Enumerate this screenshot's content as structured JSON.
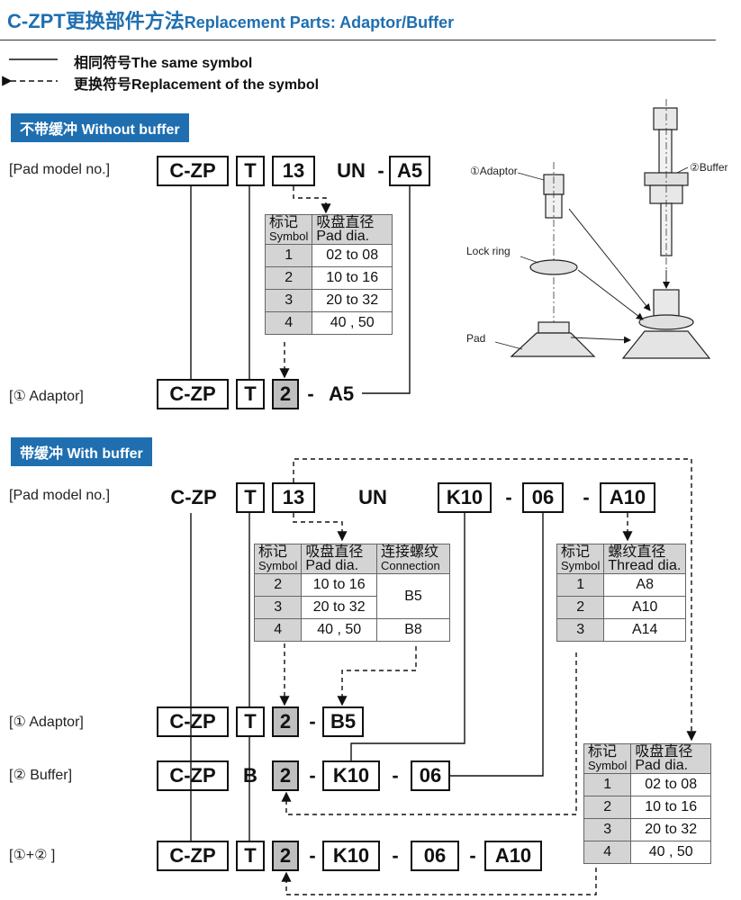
{
  "header": {
    "title_zh": "C-ZPT更换部件方法",
    "title_en": "Replacement Parts: Adaptor/Buffer"
  },
  "legend": {
    "same": "相同符号The same symbol",
    "replace": "更换符号Replacement of the symbol"
  },
  "without_buffer": {
    "banner": "不带缓冲 Without buffer",
    "pad_label": "[Pad model no.]",
    "pad_model": [
      "C-ZP",
      "T",
      "13",
      "UN",
      "-",
      "A5"
    ],
    "adaptor_label": "[① Adaptor]",
    "adaptor_model": [
      "C-ZP",
      "T",
      "2",
      "-",
      "A5"
    ],
    "table": {
      "col1_zh": "标记",
      "col1_en": "Symbol",
      "col2_zh": "吸盘直径",
      "col2_en": "Pad dia.",
      "rows": [
        [
          "1",
          "02 to 08"
        ],
        [
          "2",
          "10 to 16"
        ],
        [
          "3",
          "20 to 32"
        ],
        [
          "4",
          "40 , 50"
        ]
      ]
    }
  },
  "figure": {
    "adaptor": "①Adaptor",
    "buffer": "②Buffer",
    "lock_ring": "Lock ring",
    "pad": "Pad"
  },
  "with_buffer": {
    "banner": "带缓冲 With buffer",
    "pad_label": "[Pad model no.]",
    "pad_model": [
      "C-ZP",
      "T",
      "13",
      "UN",
      "K10",
      "-",
      "06",
      "-",
      "A10"
    ],
    "adaptor_label": "[① Adaptor]",
    "adaptor_model": [
      "C-ZP",
      "T",
      "2",
      "-",
      "B5"
    ],
    "buffer_label": "[② Buffer]",
    "buffer_model": [
      "C-ZP",
      "B",
      "2",
      "-",
      "K10",
      "-",
      "06"
    ],
    "combo_label": "[①+② ]",
    "combo_model": [
      "C-ZP",
      "T",
      "2",
      "-",
      "K10",
      "-",
      "06",
      "-",
      "A10"
    ],
    "table_pad": {
      "col1_zh": "标记",
      "col1_en": "Symbol",
      "col2_zh": "吸盘直径",
      "col2_en": "Pad dia.",
      "col3_zh": "连接螺纹",
      "col3_en": "Connection",
      "rows": [
        [
          "2",
          "10 to 16"
        ],
        [
          "3",
          "20 to 32"
        ],
        [
          "4",
          "40 , 50"
        ]
      ],
      "conn": [
        "B5",
        "B8"
      ]
    },
    "table_thread": {
      "col1_zh": "标记",
      "col1_en": "Symbol",
      "col2_zh": "螺纹直径",
      "col2_en": "Thread dia.",
      "rows": [
        [
          "1",
          "A8"
        ],
        [
          "2",
          "A10"
        ],
        [
          "3",
          "A14"
        ]
      ]
    },
    "table_pad2": {
      "col1_zh": "标记",
      "col1_en": "Symbol",
      "col2_zh": "吸盘直径",
      "col2_en": "Pad dia.",
      "rows": [
        [
          "1",
          "02 to 08"
        ],
        [
          "2",
          "10 to 16"
        ],
        [
          "3",
          "20 to 32"
        ],
        [
          "4",
          "40 , 50"
        ]
      ]
    }
  }
}
